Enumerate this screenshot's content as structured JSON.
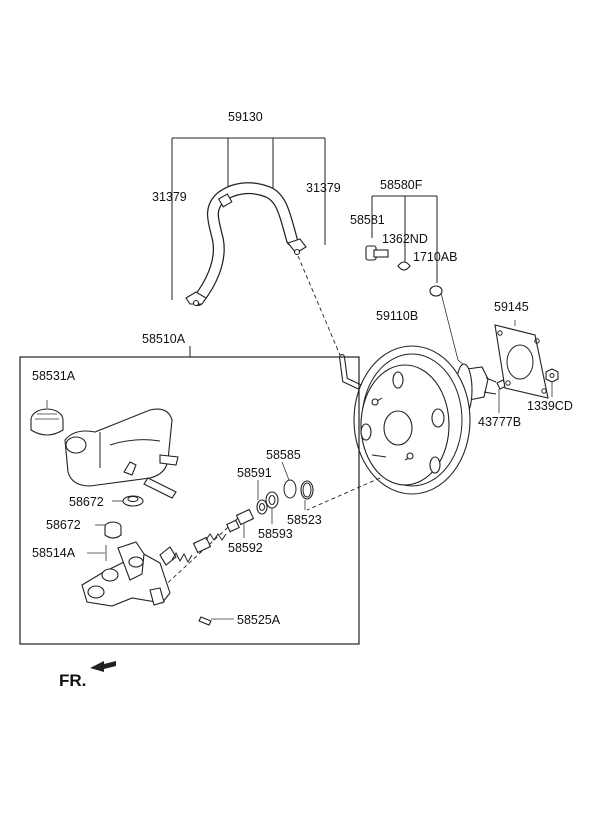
{
  "labels": {
    "p59130": "59130",
    "p31379_left": "31379",
    "p31379_right": "31379",
    "p58580F": "58580F",
    "p58581": "58581",
    "p1362ND": "1362ND",
    "p1710AB": "1710AB",
    "p59145": "59145",
    "p59110B": "59110B",
    "p1339CD": "1339CD",
    "p43777B": "43777B",
    "p58510A": "58510A",
    "p58531A": "58531A",
    "p58585": "58585",
    "p58591": "58591",
    "p58523": "58523",
    "p58593": "58593",
    "p58592": "58592",
    "p58672_a": "58672",
    "p58672_b": "58672",
    "p58514A": "58514A",
    "p58525A": "58525A"
  },
  "front_indicator": "FR."
}
